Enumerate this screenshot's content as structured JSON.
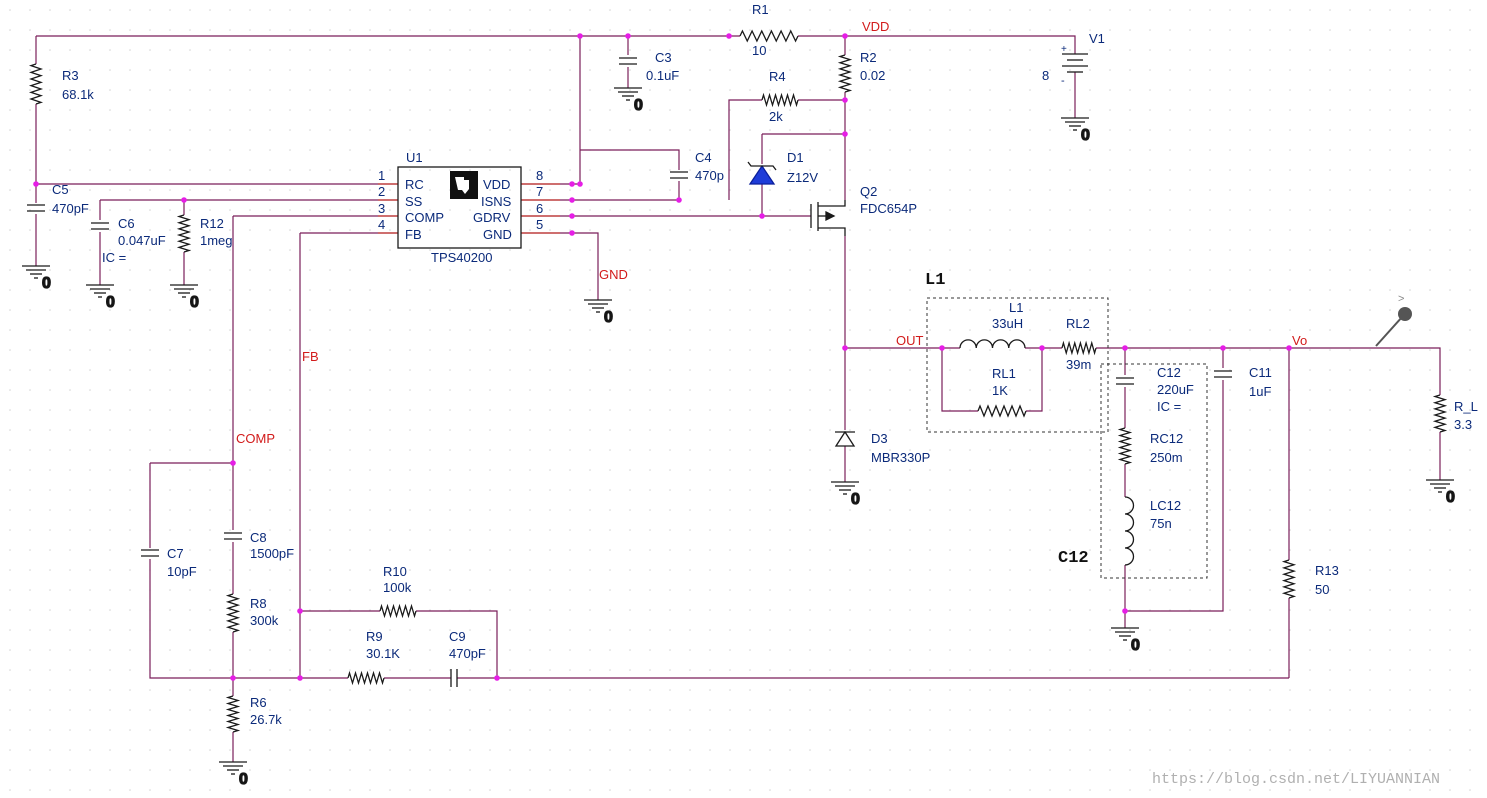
{
  "colors": {
    "wire": "#7a1f5a",
    "label": "#0b2a7a",
    "net": "#d21b1b",
    "node": "#e61ee6",
    "diode_fill": "#1e3cd8",
    "grid": "#dcdcdc"
  },
  "watermark": "https://blog.csdn.net/LIYUANNIAN",
  "ic": {
    "ref": "U1",
    "part": "TPS40200",
    "logo_icon": "ti-logo-icon",
    "left_pins": [
      {
        "num": "1",
        "name": "RC"
      },
      {
        "num": "2",
        "name": "SS"
      },
      {
        "num": "3",
        "name": "COMP"
      },
      {
        "num": "4",
        "name": "FB"
      }
    ],
    "right_pins": [
      {
        "num": "8",
        "name": "VDD"
      },
      {
        "num": "7",
        "name": "ISNS"
      },
      {
        "num": "6",
        "name": "GDRV"
      },
      {
        "num": "5",
        "name": "GND"
      }
    ]
  },
  "components": {
    "R1": {
      "ref": "R1",
      "value": "10"
    },
    "R2": {
      "ref": "R2",
      "value": "0.02"
    },
    "R3": {
      "ref": "R3",
      "value": "68.1k"
    },
    "R4": {
      "ref": "R4",
      "value": "2k"
    },
    "R6": {
      "ref": "R6",
      "value": "26.7k"
    },
    "R8": {
      "ref": "R8",
      "value": "300k"
    },
    "R9": {
      "ref": "R9",
      "value": "30.1K"
    },
    "R10": {
      "ref": "R10",
      "value": "100k"
    },
    "R12": {
      "ref": "R12",
      "value": "1meg"
    },
    "R13": {
      "ref": "R13",
      "value": "50"
    },
    "RL": {
      "ref": "R_L",
      "value": "3.3"
    },
    "C3": {
      "ref": "C3",
      "value": "0.1uF"
    },
    "C4": {
      "ref": "C4",
      "value": "470p"
    },
    "C5": {
      "ref": "C5",
      "value": "470pF"
    },
    "C6": {
      "ref": "C6",
      "value": "0.047uF",
      "ic": "IC ="
    },
    "C7": {
      "ref": "C7",
      "value": "10pF"
    },
    "C8": {
      "ref": "C8",
      "value": "1500pF"
    },
    "C9": {
      "ref": "C9",
      "value": "470pF"
    },
    "C11": {
      "ref": "C11",
      "value": "1uF"
    },
    "C12": {
      "ref": "C12",
      "value": "220uF",
      "ic": "IC ="
    },
    "RC12": {
      "ref": "RC12",
      "value": "250m"
    },
    "LC12": {
      "ref": "LC12",
      "value": "75n"
    },
    "L1": {
      "ref": "L1",
      "value": "33uH"
    },
    "RL1": {
      "ref": "RL1",
      "value": "1K"
    },
    "RL2": {
      "ref": "RL2",
      "value": "39m"
    },
    "D1": {
      "ref": "D1",
      "value": "Z12V"
    },
    "D3": {
      "ref": "D3",
      "value": "MBR330P"
    },
    "Q2": {
      "ref": "Q2",
      "value": "FDC654P"
    },
    "V1": {
      "ref": "V1",
      "value": "8"
    }
  },
  "nets": {
    "vdd": "VDD",
    "gnd": "GND",
    "out": "OUT",
    "vo": "Vo",
    "fb": "FB",
    "comp": "COMP"
  },
  "blocks": {
    "l1": "L1",
    "c12": "C12"
  },
  "ground_label": "0",
  "battery_polarity": {
    "plus": "+",
    "minus": "-"
  },
  "probe": {
    "icon": "voltage-probe-icon",
    "marker": ">"
  }
}
